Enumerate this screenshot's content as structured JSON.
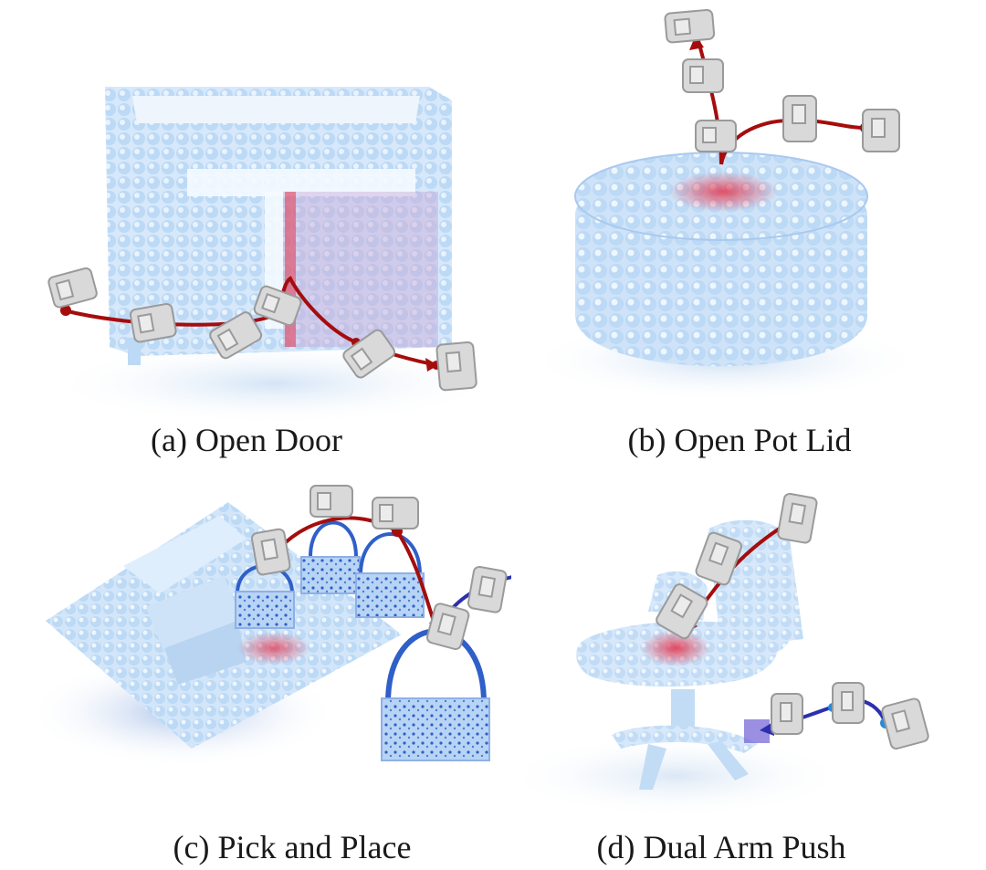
{
  "figure": {
    "panels": [
      {
        "id": "a",
        "caption": "(a) Open Door"
      },
      {
        "id": "b",
        "caption": "(b) Open Pot Lid"
      },
      {
        "id": "c",
        "caption": "(c) Pick and Place"
      },
      {
        "id": "d",
        "caption": "(d) Dual Arm Push"
      }
    ]
  },
  "colors": {
    "point_cloud": "#bcd9f5",
    "point_cloud_shadow": "#8fb8e8",
    "contact_highlight": "#e5384f",
    "trajectory_red": "#a50d0d",
    "trajectory_blue": "#2b2fb0",
    "gripper": "#d9d9d9",
    "gripper_dark": "#9a9a9a"
  }
}
